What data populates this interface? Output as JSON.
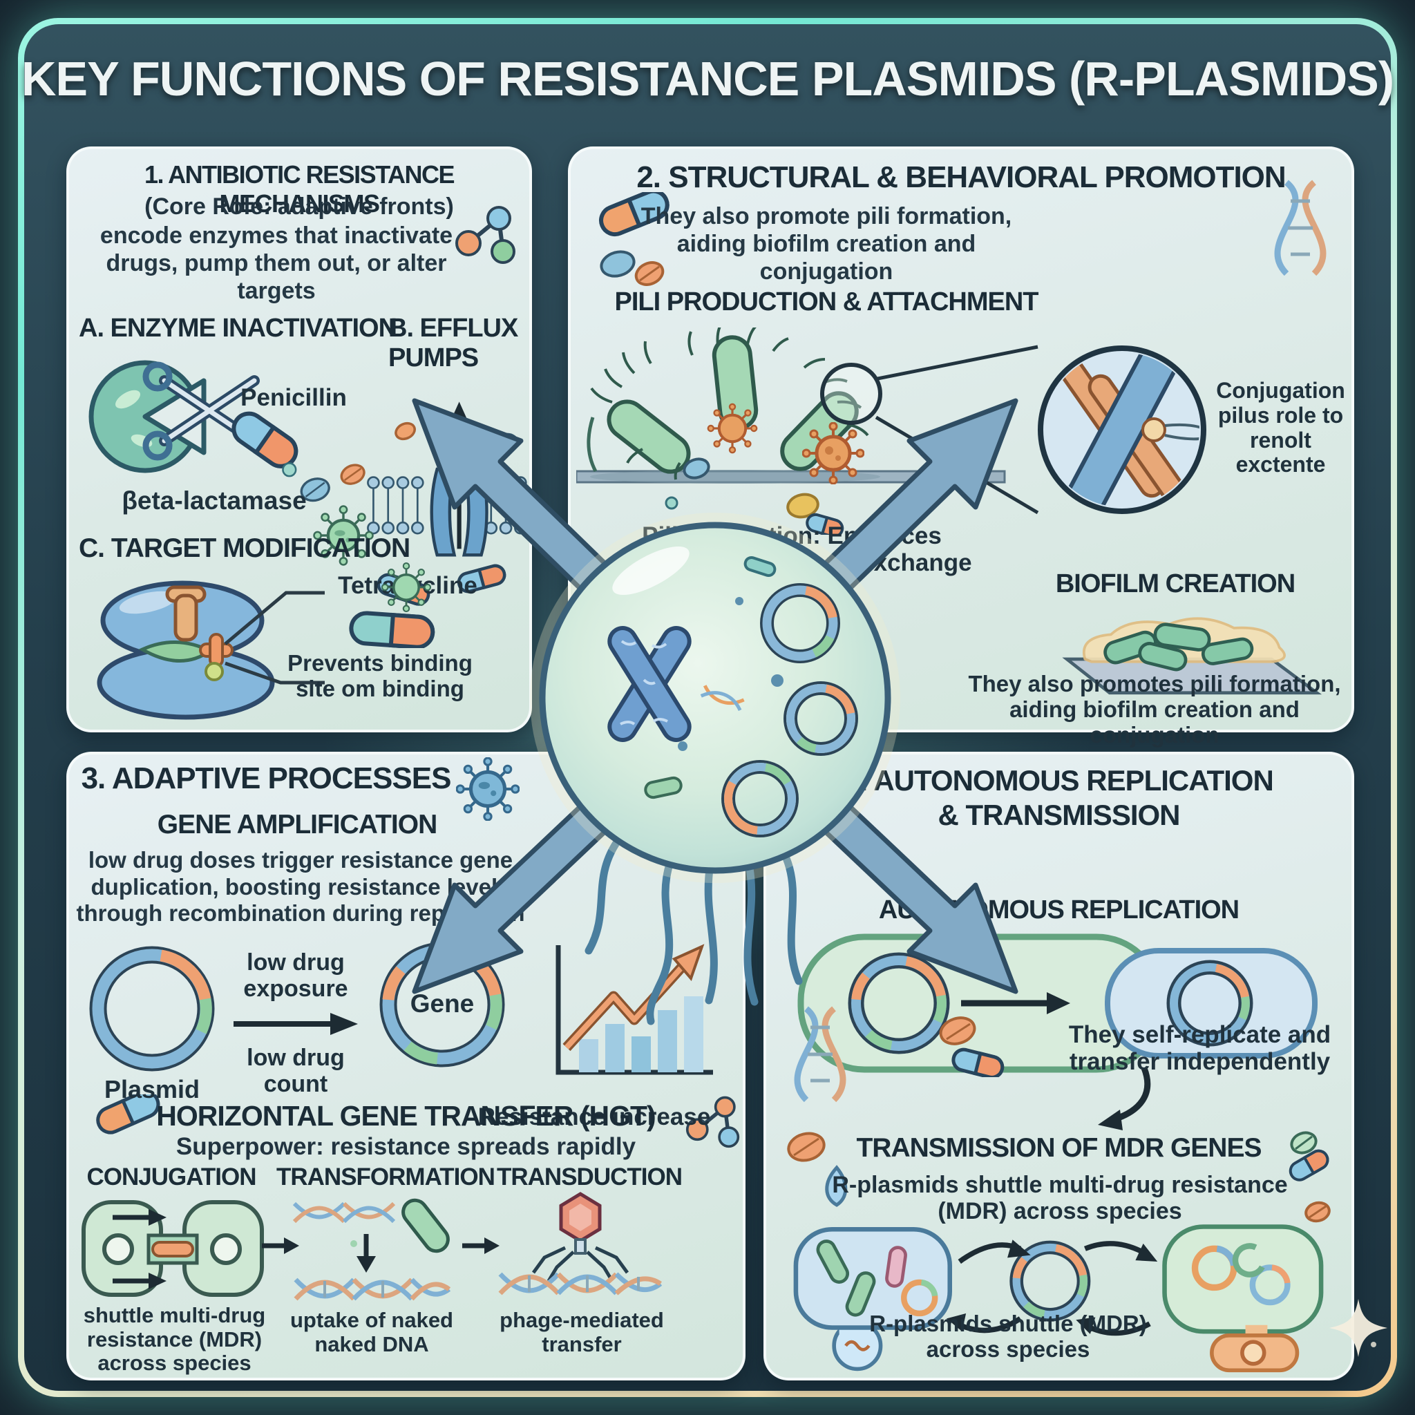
{
  "title": "KEY FUNCTIONS OF RESISTANCE PLASMIDS (R-PLASMIDS)",
  "panel1": {
    "heading": "1. ANTIBIOTIC RESISTANCE MECHANISMS",
    "subheading": "(Core Role: adaptive fronts)",
    "description": "encode enzymes that inactivate drugs, pump them out, or alter targets",
    "section_a": "A. ENZYME INACTIVATION",
    "section_b": "B. EFFLUX PUMPS",
    "section_c": "C. TARGET MODIFICATION",
    "penicillin": "Penicillin",
    "beta_lactamase": "βeta-lactamase",
    "tetracycline": "Tetracycline",
    "prevents": "Prevents binding site om binding"
  },
  "panel2": {
    "heading": "2. STRUCTURAL & BEHAVIORAL PROMOTION",
    "description": "They also promote pili formation, aiding biofilm creation and conjugation",
    "pili_heading": "PILI PRODUCTION & ATTACHMENT",
    "pilus_callout": "Conjugation pilus role to renolt exctente",
    "pili_caption": "Pili Production: Enhances attachment and gene exchange",
    "biofilm_heading": "BIOFILM CREATION",
    "biofilm_caption": "They also promotes pili formation, aiding biofilm creation and conjugation"
  },
  "panel3": {
    "heading": "3. ADAPTIVE PROCESSES",
    "amp_heading": "GENE AMPLIFICATION",
    "amp_description": "low drug doses trigger resistance gene duplication, boosting resistance levels through recombination during replication",
    "low_drug_exposure": "low drug exposure",
    "low_drug_count": "low drug count",
    "plasmid": "Plasmid",
    "gene": "Gene",
    "resistance_increase": "Resistance increase",
    "hgt_heading": "HORIZONTAL GENE TRANSFER (HGT)",
    "hgt_subheading": "Superpower: resistance spreads rapidly",
    "conjugation": "CONJUGATION",
    "transformation": "TRANSFORMATION",
    "transduction": "TRANSDUCTION",
    "conjugation_caption": "shuttle multi-drug resistance (MDR) across species",
    "transformation_caption": "uptake of naked naked DNA",
    "transduction_caption": "phage-mediated transfer"
  },
  "panel4": {
    "heading_line1": "4. AUTONOMOUS REPLICATION",
    "heading_line2": "& TRANSMISSION",
    "replication_heading": "AUTONOMOUS REPLICATION",
    "replication_caption": "They self-replicate and transfer independently",
    "transmission_heading": "TRANSMISSION OF MDR GENES",
    "transmission_description": "R-plasmids shuttle multi-drug resistance (MDR) across species",
    "transmission_caption": "R-plasmids shuttle (MDR) across species"
  },
  "icons": {
    "cell": "bacterial-cell-icon",
    "chromosome": "chromosome-icon",
    "plasmid": "plasmid-ring-icon",
    "capsule": "capsule-pill-icon",
    "tablet": "tablet-pill-icon",
    "virus": "virus-icon",
    "dna": "dna-helix-icon",
    "phage": "bacteriophage-icon",
    "scissors": "scissors-icon",
    "sparkle": "sparkle-icon"
  },
  "colors": {
    "frame_teal": "#8df0dd",
    "frame_orange": "#f4c98c",
    "background_dark": "#243f4c",
    "panel_light": "#e3edf0",
    "ink": "#1d2e38",
    "ring_blue": "#85b7d8",
    "ring_orange": "#efa172",
    "ring_green": "#8fce9f",
    "capsule_blue": "#8fc9e4",
    "capsule_orange": "#f0966a",
    "arrow_blue": "#82aac6",
    "cell_outline": "#3a6079"
  }
}
